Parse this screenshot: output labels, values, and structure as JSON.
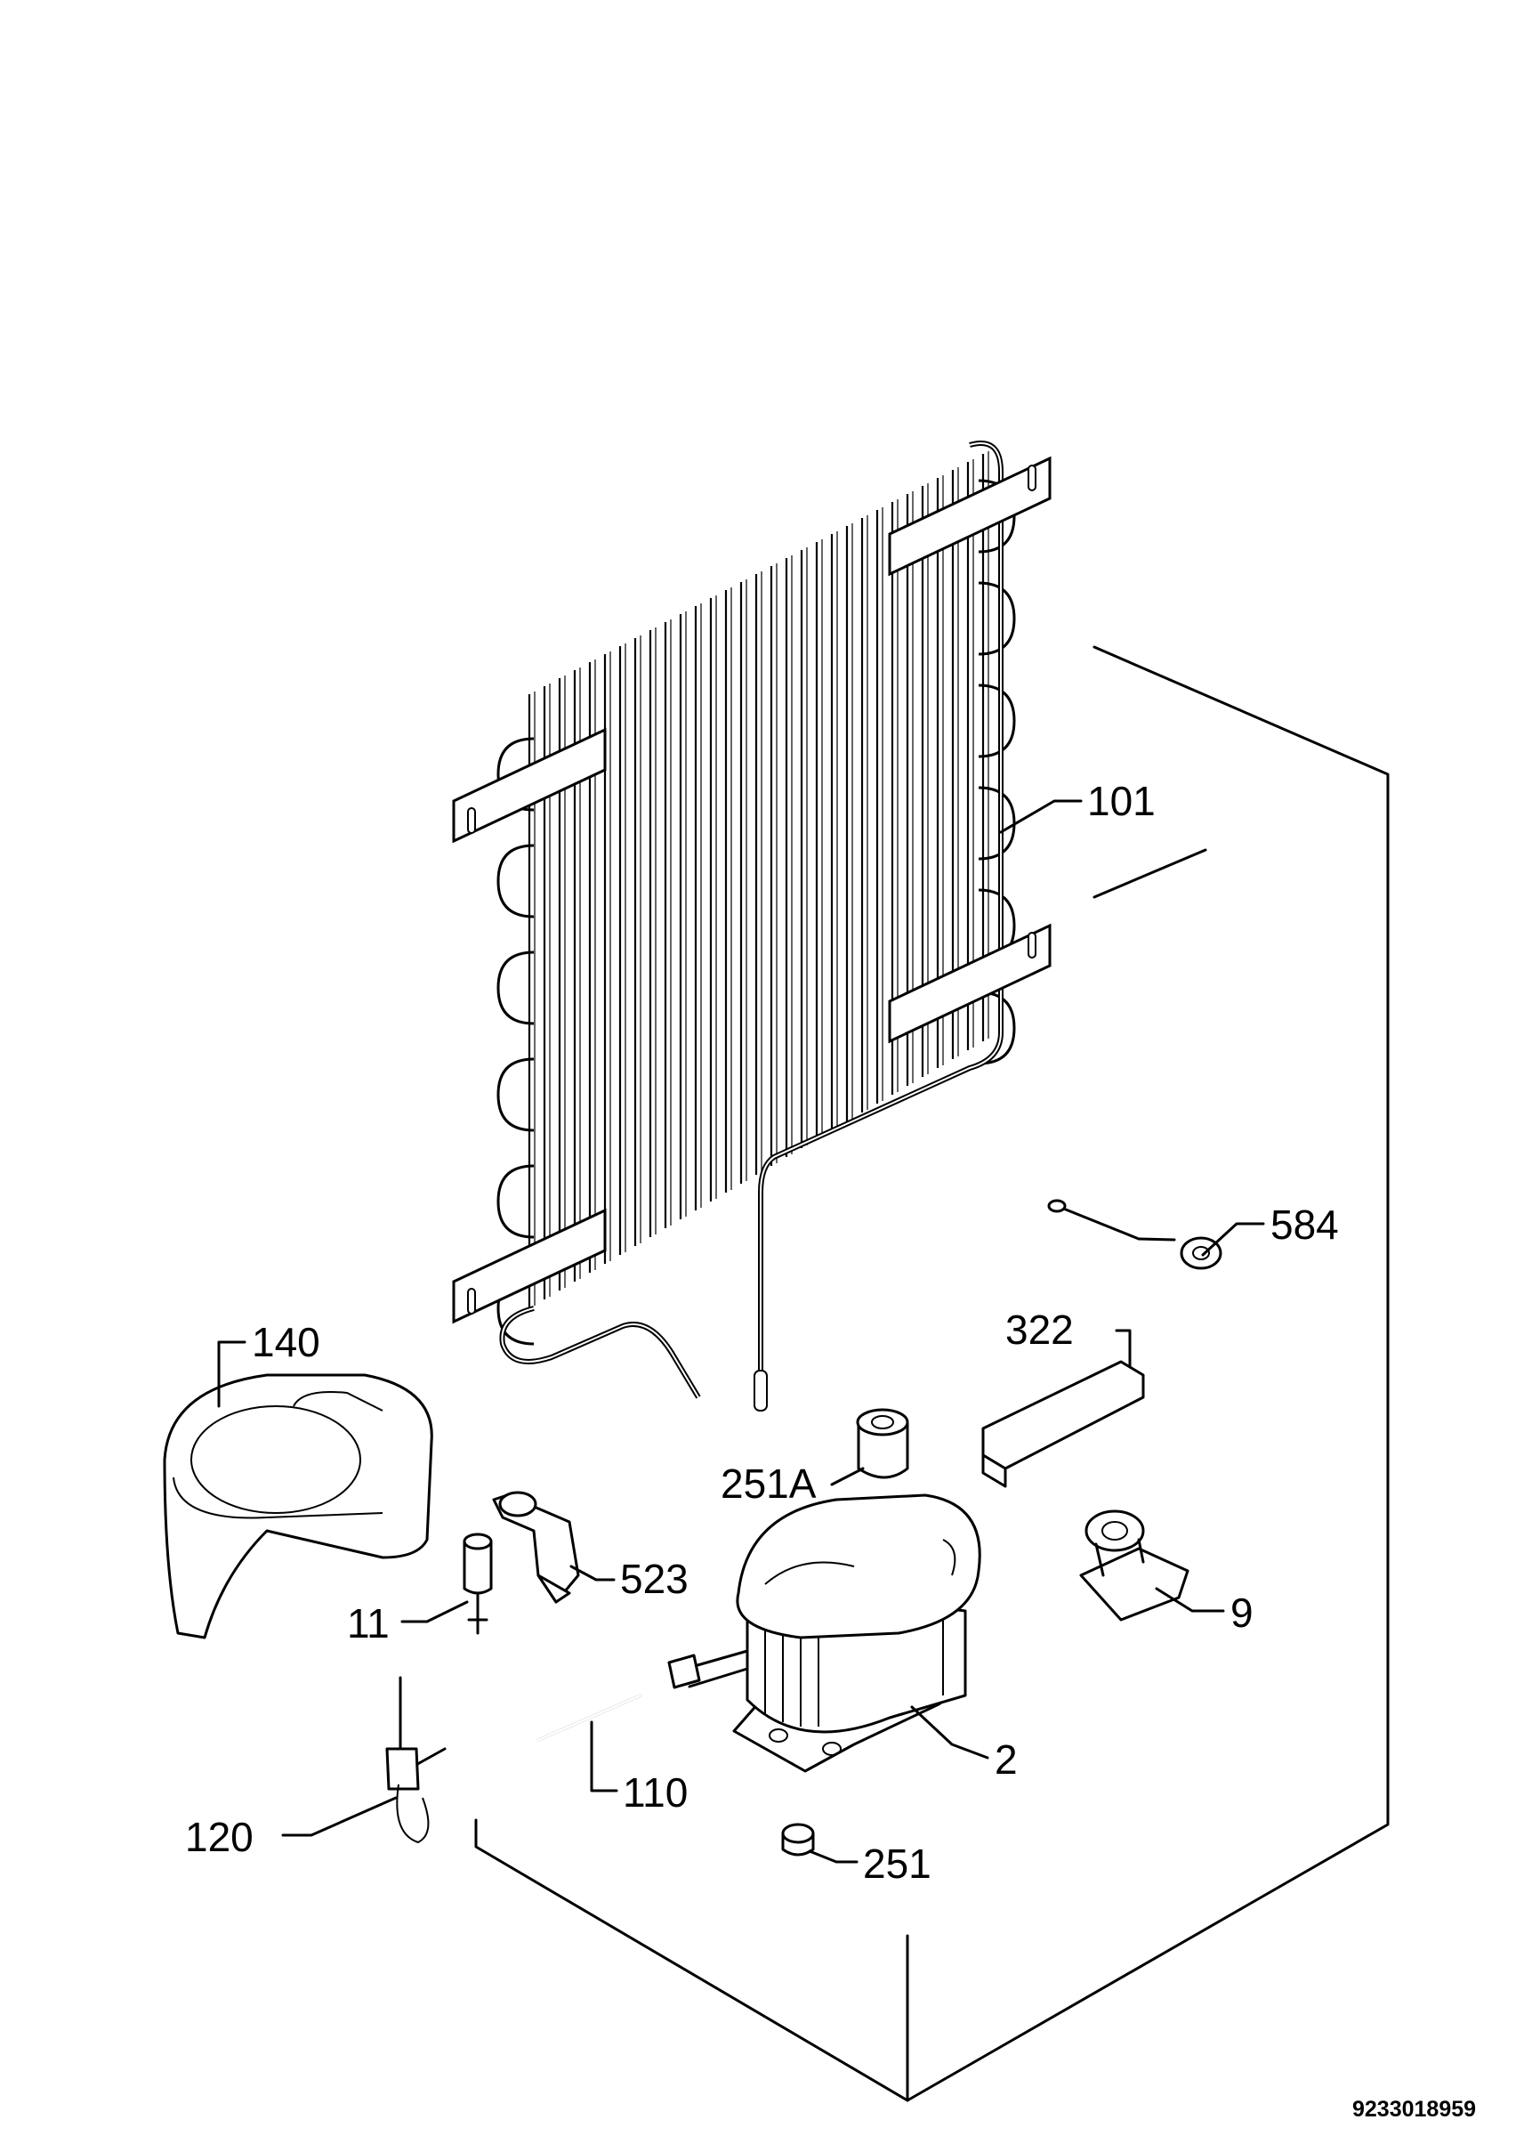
{
  "document_number": "9233018959",
  "callouts": [
    {
      "id": "101",
      "label": "101"
    },
    {
      "id": "584",
      "label": "584"
    },
    {
      "id": "322",
      "label": "322"
    },
    {
      "id": "140",
      "label": "140"
    },
    {
      "id": "251A",
      "label": "251A"
    },
    {
      "id": "523",
      "label": "523"
    },
    {
      "id": "9",
      "label": "9"
    },
    {
      "id": "11",
      "label": "11"
    },
    {
      "id": "2",
      "label": "2"
    },
    {
      "id": "110",
      "label": "110"
    },
    {
      "id": "120",
      "label": "120"
    },
    {
      "id": "251",
      "label": "251"
    }
  ]
}
